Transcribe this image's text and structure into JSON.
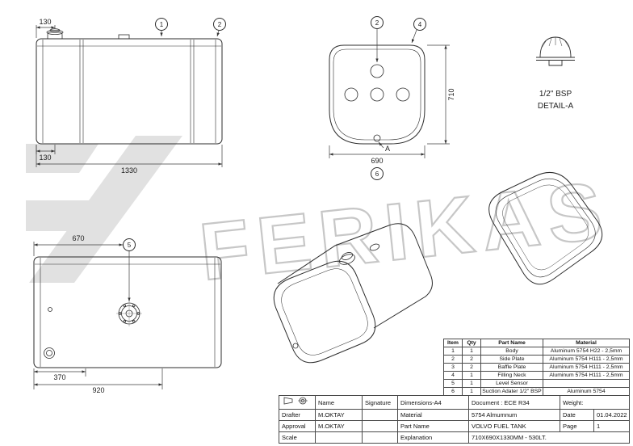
{
  "sheet": {
    "company_watermark": "FERIKAS"
  },
  "views": {
    "side": {
      "dim_cap_offset": "130",
      "dim_offset_bottom": "130",
      "dim_length": "1330",
      "callout_body": "1",
      "callout_side_plate": "2"
    },
    "section": {
      "callout_side_plate": "2",
      "callout_filling_neck": "4",
      "callout_suction": "6",
      "dim_height": "710",
      "dim_width": "690",
      "detail_marker": "A"
    },
    "detail_a": {
      "thread": "1/2\" BSP",
      "title": "DETAIL-A"
    },
    "bottom": {
      "dim_sensor_position": "670",
      "dim_suction_position": "370",
      "dim_span": "920",
      "callout_level_sensor": "5"
    }
  },
  "parts_table": {
    "headers": [
      "Item",
      "Qty",
      "Part Name",
      "Material"
    ],
    "rows": [
      [
        "1",
        "1",
        "Body",
        "Aluminum 5754 H22 - 2,5mm"
      ],
      [
        "2",
        "2",
        "Side Plate",
        "Aluminum 5754 H111 - 2,5mm"
      ],
      [
        "3",
        "2",
        "Baffle Plate",
        "Aluminum 5754 H111 - 2,5mm"
      ],
      [
        "4",
        "1",
        "Filling Neck",
        "Aluminum 5754 H111 - 2,5mm"
      ],
      [
        "5",
        "1",
        "Level Sensor",
        ""
      ],
      [
        "6",
        "1",
        "Suction Adater 1/2\" BSP",
        "Aluminum 5754"
      ]
    ]
  },
  "title_block": {
    "col_name": "Name",
    "col_signature": "Signature",
    "dimensions_label": "Dimensions-A4",
    "document": "Document : ECE R34",
    "weight_label": "Weight:",
    "drafter_label": "Drafter",
    "drafter_name": "M.OKTAY",
    "material_label": "Material",
    "material_value": "5754 Almumnum",
    "date_label": "Date",
    "date_value": "01.04.2022",
    "approval_label": "Approval",
    "approval_name": "M.OKTAY",
    "partname_label": "Part Name",
    "partname_value": "VOLVO FUEL TANK",
    "page_label": "Page",
    "page_value": "1",
    "scale_label": "Scale",
    "explanation_label": "Explanation",
    "explanation_value": "710X690X1330MM - 530LT."
  }
}
